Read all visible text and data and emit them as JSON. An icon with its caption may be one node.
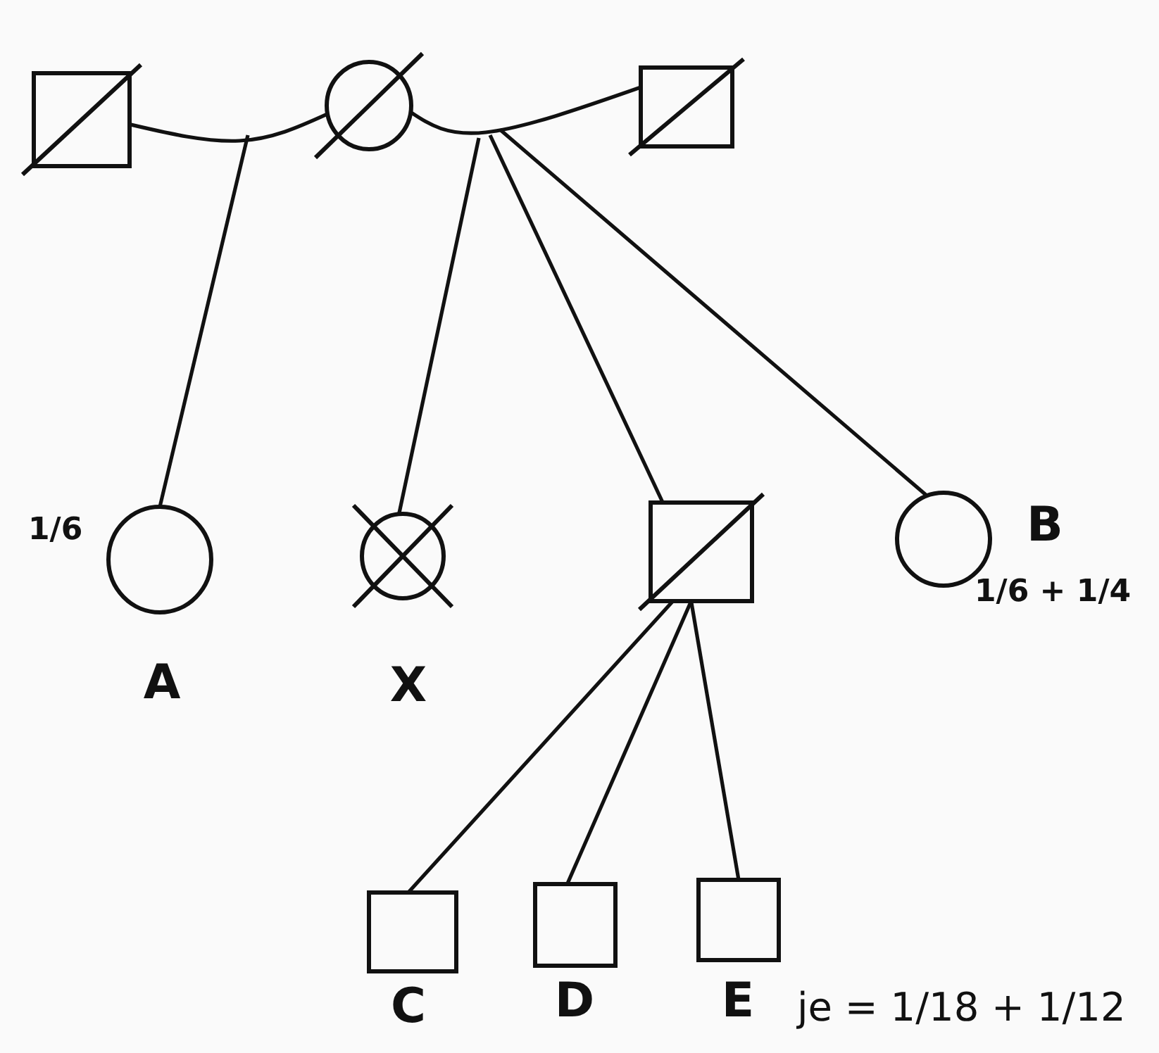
{
  "diagram": {
    "nodes": [
      {
        "text": [],
        "shape": "box"
      },
      {
        "text": [],
        "shape": "circle"
      },
      {
        "text": [],
        "shape": "box"
      },
      {
        "text": [
          "A"
        ],
        "beside": [
          "1/6"
        ]
      },
      {
        "text": [
          "X"
        ]
      },
      {
        "text": [],
        "shape": "box"
      },
      {
        "text": [
          "B"
        ],
        "beside": [
          "1/6 + 1/4"
        ]
      },
      {
        "text": [
          "C"
        ]
      },
      {
        "text": [
          "D"
        ]
      },
      {
        "text": [
          "E"
        ]
      }
    ],
    "edges": [
      {
        "from": 0,
        "to": 1,
        "arrow": "none"
      },
      {
        "from": 1,
        "to": 2,
        "arrow": "none"
      },
      {
        "from": null,
        "to": 3,
        "arrow": "none"
      },
      {
        "from": null,
        "to": 4,
        "arrow": "none"
      },
      {
        "from": null,
        "to": 5,
        "arrow": "none"
      },
      {
        "from": null,
        "to": 6,
        "arrow": "none"
      },
      {
        "from": 5,
        "to": 7,
        "arrow": "none"
      },
      {
        "from": 5,
        "to": 8,
        "arrow": "none"
      },
      {
        "from": 5,
        "to": 9,
        "arrow": "none"
      }
    ],
    "labels": [
      "je = 1/18 + 1/12"
    ]
  }
}
